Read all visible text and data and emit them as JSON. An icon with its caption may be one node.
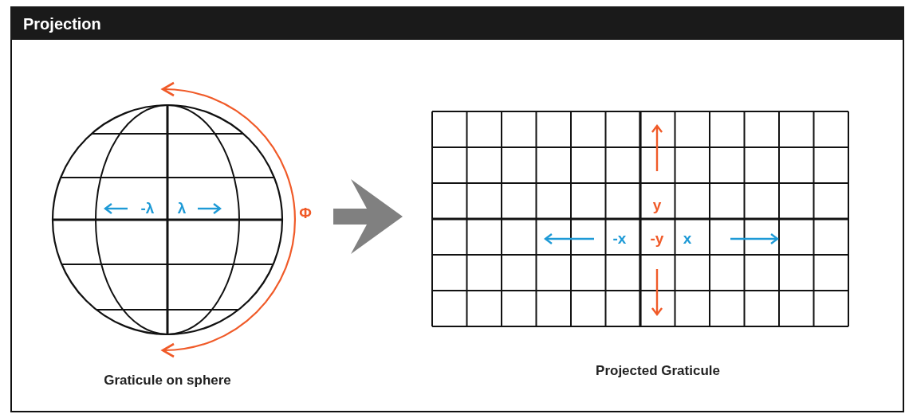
{
  "diagram": {
    "title": "Projection",
    "nodes": [
      {
        "text": [],
        "shape": "picture",
        "beside": [
          "Graticule on sphere"
        ]
      },
      {
        "text": [],
        "shape": "picture",
        "beside": [
          "Projected Graticule"
        ]
      }
    ],
    "edges": [
      {
        "from": 0,
        "to": 1,
        "arrow": "to"
      }
    ],
    "labels": [
      "-λ",
      "λ",
      "Φ",
      "y",
      "-x",
      "-y",
      "x"
    ]
  }
}
